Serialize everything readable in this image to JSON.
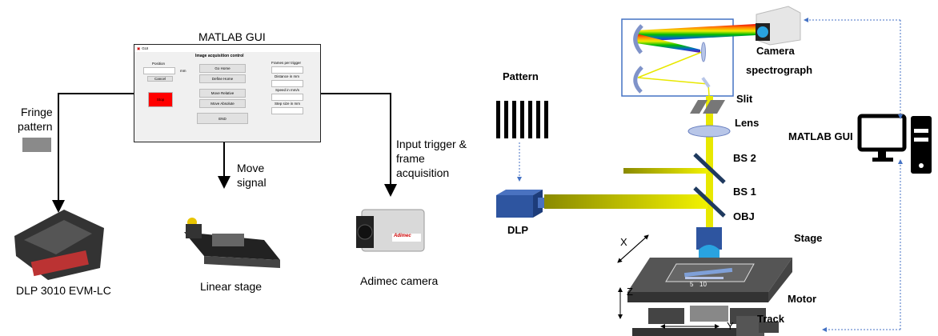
{
  "left": {
    "gui_title": "MATLAB GUI",
    "gui": {
      "window_title": "GUI",
      "heading": "Image acquisition control",
      "position_label": "Position",
      "unit": "mm",
      "cancel": "Cancel",
      "stop": "Stop",
      "go_home": "Go Home",
      "define_home": "Define Home",
      "move_relative": "Move Relative",
      "move_absolute": "Move Absolute",
      "end": "END",
      "frames_label": "Frames per trigger",
      "distance_label": "Distance in mm",
      "speed_label": "Speed in mm/s",
      "step_label": "Step size in mm",
      "stop_color": "#ff0000"
    },
    "fringe_label_1": "Fringe",
    "fringe_label_2": "pattern",
    "move_label_1": "Move",
    "move_label_2": "signal",
    "trigger_label_1": "Input trigger &",
    "trigger_label_2": "frame",
    "trigger_label_3": "acquisition",
    "dlp_device": "DLP 3010 EVM-LC",
    "linear_stage": "Linear stage",
    "camera": "Adimec camera",
    "camera_brand": "Adimec"
  },
  "right": {
    "camera_label": "Camera",
    "spectrograph_label": "spectrograph",
    "pattern_label": "Pattern",
    "slit": "Slit",
    "lens": "Lens",
    "bs2": "BS 2",
    "bs1": "BS 1",
    "dlp": "DLP",
    "obj": "OBJ",
    "stage": "Stage",
    "matlab_gui": "MATLAB GUI",
    "motor": "Motor",
    "track": "Track",
    "axis_x": "X",
    "axis_y": "Y",
    "axis_z": "Z",
    "dial_5": "5",
    "dial_10": "10",
    "beam_color": "#e8e800",
    "link_color": "#4472c4"
  }
}
